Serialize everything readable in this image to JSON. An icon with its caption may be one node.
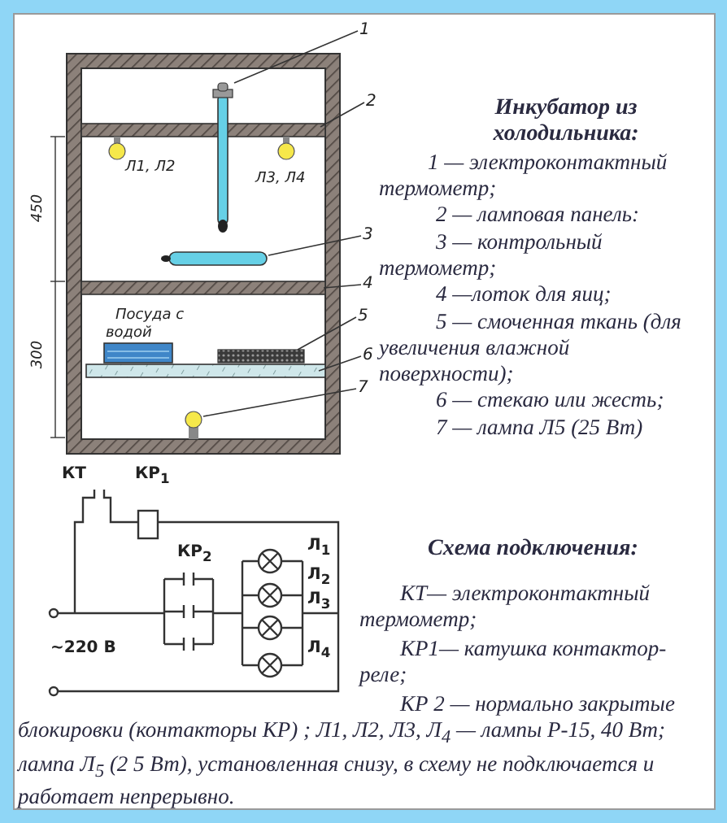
{
  "diagram": {
    "nodes": [
      {
        "text": [
          "1"
        ]
      },
      {
        "text": [
          "2"
        ]
      },
      {
        "text": [
          "3"
        ]
      },
      {
        "text": [
          "4"
        ]
      },
      {
        "text": [
          "5"
        ]
      },
      {
        "text": [
          "6"
        ]
      },
      {
        "text": [
          "7"
        ]
      }
    ],
    "edges": [
      {
        "from": 0,
        "to": null,
        "arrow": "none"
      },
      {
        "from": 1,
        "to": null,
        "arrow": "none"
      },
      {
        "from": 2,
        "to": null,
        "arrow": "none"
      },
      {
        "from": 3,
        "to": null,
        "arrow": "none"
      },
      {
        "from": 4,
        "to": null,
        "arrow": "none"
      },
      {
        "from": 5,
        "to": null,
        "arrow": "none"
      },
      {
        "from": 6,
        "to": null,
        "arrow": "none"
      }
    ],
    "labels": [
      "Л1, Л2",
      "Л3, Л4",
      "450",
      "Посуда с водой",
      "300",
      "Инкубатор из холодильника:",
      "1 — электроконтактный термометр;",
      "2 — ламповая панель:",
      "3 — контрольный термометр;",
      "4 —лоток для яиц;",
      "5 — смоченная ткань (для увеличения влажной поверхности);",
      "6 — стекаю или жесть;",
      "7 — лампа Л5 (25 Вт)",
      "КТ",
      "КР$_{1}$",
      "КР$_{2}$",
      "Л$_{1}$",
      "Л$_{2}$",
      "Л$_{3}$",
      "Л$_{4}$",
      "~220 В",
      "Схема подключения:",
      "КТ— электроконтактный термометр;",
      "КР1— катушка контактор-реле;",
      "КР 2 — нормально закрытые блокировки (контакторы КР) ; Л1, Л2, Л3, Л$_{4}$ — лампы Р-15, 40 Вт; лампа Л$_{5}$ (2 5 Вт), установленная снизу, в схему не подключается и работает непрерывно."
    ]
  }
}
